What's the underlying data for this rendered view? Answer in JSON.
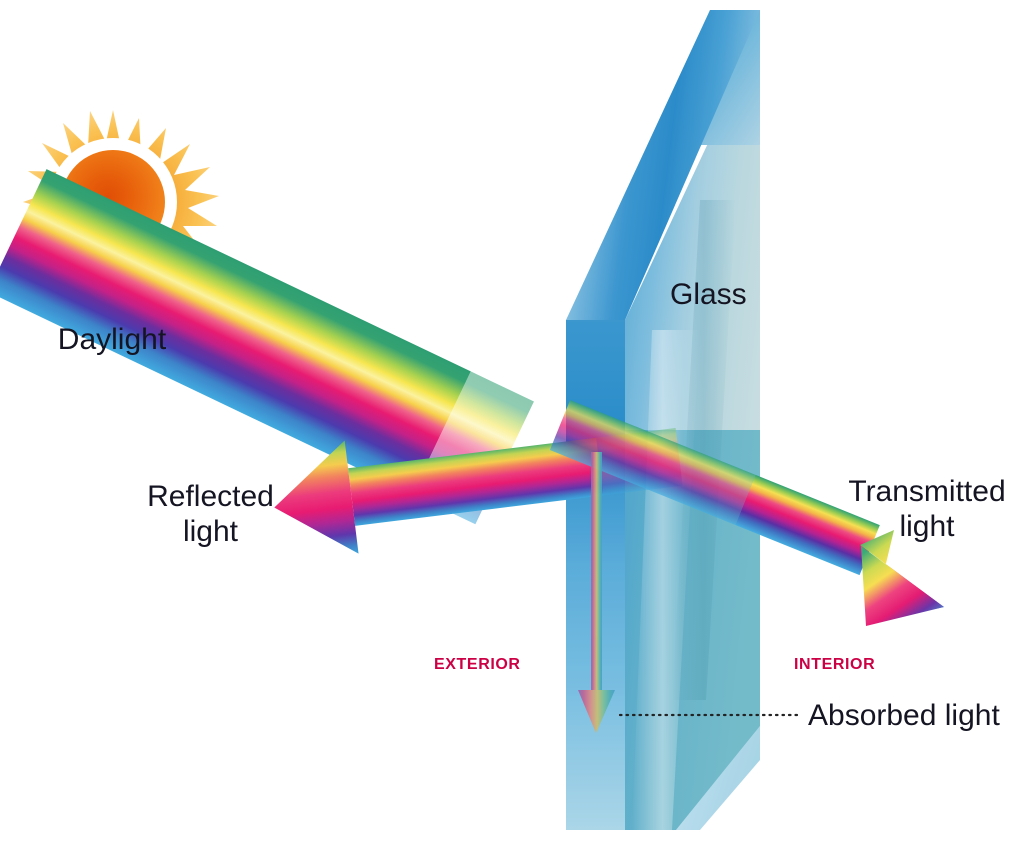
{
  "diagram": {
    "title": "Solar radiation interaction with glass",
    "background_color": "#ffffff",
    "labels": {
      "daylight": "Daylight",
      "glass": "Glass",
      "reflected_line1": "Reflected",
      "reflected_line2": "light",
      "transmitted_line1": "Transmitted",
      "transmitted_line2": "light",
      "absorbed": "Absorbed light",
      "exterior": "EXTERIOR",
      "interior": "INTERIOR"
    },
    "colors": {
      "label_text": "#141422",
      "side_label": "#CC0145",
      "sun_core_center": "#E4590A",
      "sun_core_edge": "#F2871B",
      "sun_ray_light": "#FAC052",
      "sun_ray_dark": "#F09022",
      "sun_ring": "#ffffff",
      "glass_front_top": "#4FA8D8",
      "glass_front_bottom": "#86C6DF",
      "glass_side_light": "#BFD9E2",
      "glass_side_dark": "#3F97C9",
      "glass_edge_blue": "#1179BC",
      "spectrum_green": "#2E9E72",
      "spectrum_yellow": "#F5E14B",
      "spectrum_magenta": "#E8246E",
      "spectrum_violet": "#5B2C9E",
      "spectrum_blue": "#3FA9DE",
      "dotted_leader": "#232323"
    },
    "elements": [
      {
        "name": "sun",
        "kind": "icon",
        "label": "Daylight"
      },
      {
        "name": "incident-beam",
        "kind": "ray",
        "label": "Daylight",
        "direction": "down-right"
      },
      {
        "name": "reflected-beam",
        "kind": "arrow",
        "label": "Reflected light",
        "direction": "left"
      },
      {
        "name": "transmitted-beam",
        "kind": "arrow",
        "label": "Transmitted light",
        "direction": "down-right"
      },
      {
        "name": "absorbed-beam",
        "kind": "arrow",
        "label": "Absorbed light",
        "direction": "down"
      },
      {
        "name": "glass-panel",
        "kind": "object",
        "label": "Glass"
      }
    ]
  }
}
